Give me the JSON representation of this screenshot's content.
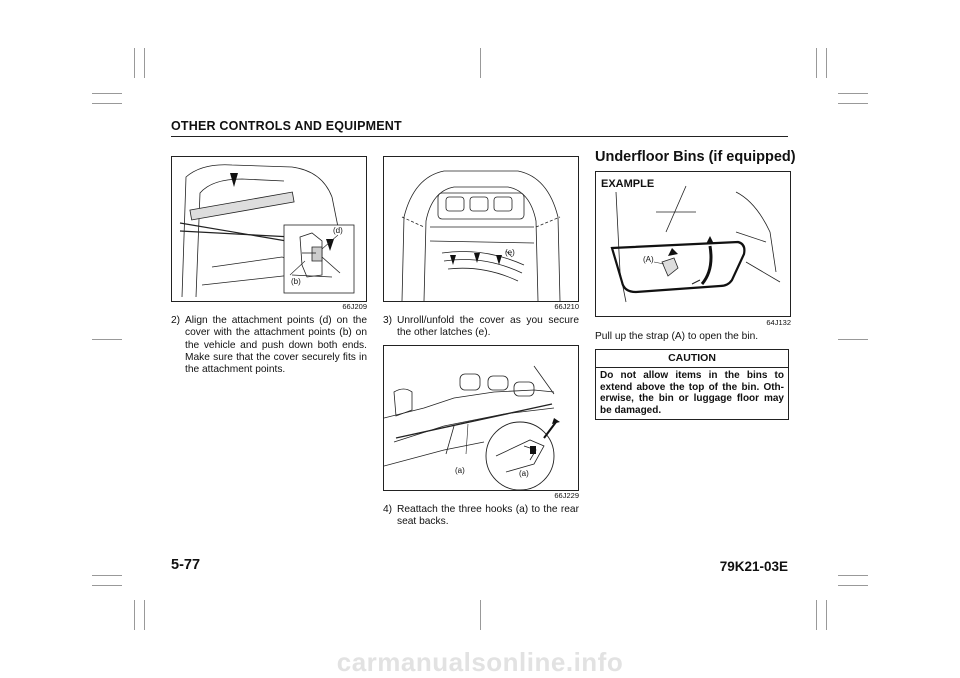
{
  "header": {
    "section_title": "OTHER CONTROLS AND EQUIPMENT"
  },
  "figures": {
    "fig1": {
      "code": "66J209",
      "labels": [
        "(d)",
        "(b)"
      ]
    },
    "fig2": {
      "code": "66J210",
      "labels": [
        "(e)"
      ]
    },
    "fig3": {
      "code": "66J229",
      "labels": [
        "(a)",
        "(a)"
      ]
    },
    "fig4": {
      "code": "64J132",
      "labels": [
        "EXAMPLE",
        "(A)"
      ]
    }
  },
  "steps": {
    "s2": {
      "num": "2)",
      "text": "Align the attachment points (d) on the cover with the attachment points (b) on the vehicle and push down both ends. Make sure that the cover securely fits in the attachment points."
    },
    "s3": {
      "num": "3)",
      "text": "Unroll/unfold the cover as you secure the other latches (e)."
    },
    "s4": {
      "num": "4)",
      "text": "Reattach the three hooks (a) to the rear seat backs."
    }
  },
  "underfloor": {
    "heading": "Underfloor Bins (if equipped)",
    "instruction": "Pull up the strap (A) to open the bin."
  },
  "caution": {
    "title": "CAUTION",
    "text": "Do not allow items in the bins to extend above the top of the bin. Oth-erwise, the bin or luggage floor may be damaged."
  },
  "footer": {
    "page_number": "5-77",
    "doc_code": "79K21-03E"
  },
  "watermark": "carmanualsonline.info"
}
